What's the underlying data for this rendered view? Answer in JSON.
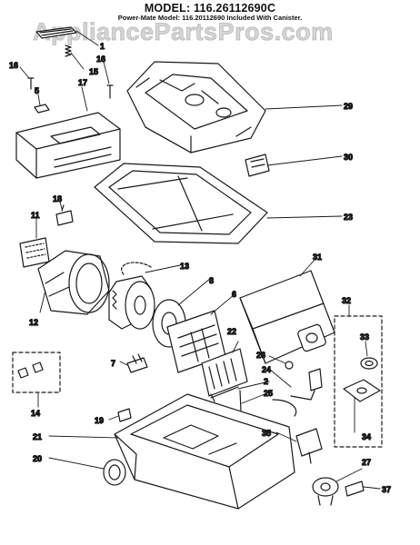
{
  "header": {
    "model": "MODEL: 116.26112690C",
    "subtitle": "Power-Mate Model: 116.20112690 Included With Canister."
  },
  "watermark": "AppliancePartsPros.com",
  "callouts": [
    {
      "id": "c1",
      "text": "1"
    },
    {
      "id": "c2",
      "text": "2"
    },
    {
      "id": "c5",
      "text": "5"
    },
    {
      "id": "c6",
      "text": "6"
    },
    {
      "id": "c7",
      "text": "7"
    },
    {
      "id": "c8",
      "text": "8"
    },
    {
      "id": "c11",
      "text": "11"
    },
    {
      "id": "c12",
      "text": "12"
    },
    {
      "id": "c13",
      "text": "13"
    },
    {
      "id": "c14",
      "text": "14"
    },
    {
      "id": "c15",
      "text": "15"
    },
    {
      "id": "c16a",
      "text": "16"
    },
    {
      "id": "c16b",
      "text": "16"
    },
    {
      "id": "c17",
      "text": "17"
    },
    {
      "id": "c18",
      "text": "18"
    },
    {
      "id": "c19",
      "text": "19"
    },
    {
      "id": "c20",
      "text": "20"
    },
    {
      "id": "c21",
      "text": "21"
    },
    {
      "id": "c22",
      "text": "22"
    },
    {
      "id": "c23",
      "text": "23"
    },
    {
      "id": "c24",
      "text": "24"
    },
    {
      "id": "c25",
      "text": "25"
    },
    {
      "id": "c26",
      "text": "26"
    },
    {
      "id": "c27",
      "text": "27"
    },
    {
      "id": "c29",
      "text": "29"
    },
    {
      "id": "c30",
      "text": "30"
    },
    {
      "id": "c31",
      "text": "31"
    },
    {
      "id": "c32",
      "text": "32"
    },
    {
      "id": "c33",
      "text": "33"
    },
    {
      "id": "c34",
      "text": "34"
    },
    {
      "id": "c35",
      "text": "35"
    },
    {
      "id": "c37",
      "text": "37"
    }
  ]
}
